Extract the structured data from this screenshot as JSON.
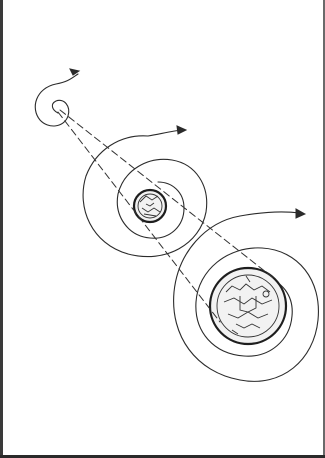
{
  "drawing": {
    "medium": "pencil-sketch",
    "background": "#ffffff",
    "ink_color": "#2b2b2b",
    "elements": [
      {
        "name": "small-spiral",
        "kind": "spiral",
        "center_object": "none"
      },
      {
        "name": "medium-spiral",
        "kind": "spiral",
        "center_object": "small-coin"
      },
      {
        "name": "large-spiral",
        "kind": "spiral",
        "center_object": "large-coin"
      },
      {
        "name": "perspective-lines",
        "kind": "dashed-lines",
        "count": 2
      }
    ]
  }
}
